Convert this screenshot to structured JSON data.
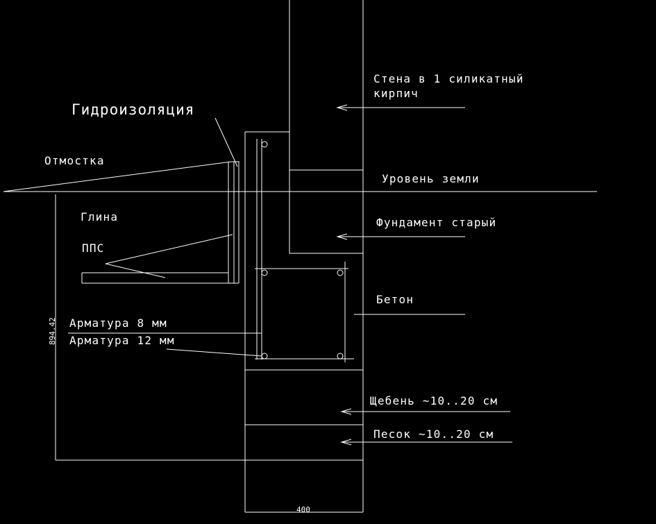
{
  "colors": {
    "background": "#000000",
    "lines": "#ffffff"
  },
  "labels": {
    "wall": [
      "Стена в 1 силикатный",
      "кирпич"
    ],
    "waterproofing": "Гидроизоляция",
    "blind_area": "Отмостка",
    "ground_level": "Уровень земли",
    "clay": "Глина",
    "pps": "ППС",
    "old_foundation": "Фундамент старый",
    "concrete": "Бетон",
    "rebar_8": "Арматура 8 мм",
    "rebar_12": "Арматура 12 мм",
    "gravel": "Щебень ~10..20 см",
    "sand": "Песок ~10..20 см"
  },
  "dimensions": {
    "depth": "894.42",
    "width": "400"
  }
}
